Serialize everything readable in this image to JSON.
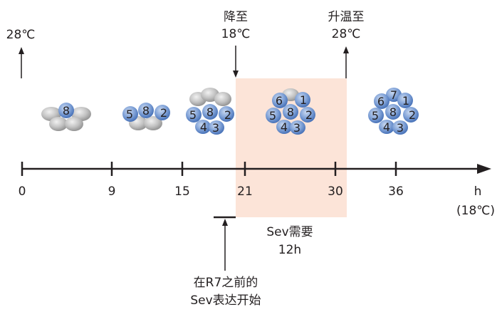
{
  "start_temp": "28℃",
  "events": {
    "lower": {
      "line1": "降至",
      "line2": "18℃"
    },
    "raise": {
      "line1": "升温至",
      "line2": "28℃"
    }
  },
  "axis": {
    "ticks": [
      "0",
      "9",
      "15",
      "21",
      "30",
      "36"
    ],
    "unit_line1": "h",
    "unit_line2": "(18℃)"
  },
  "sev_window": {
    "line1": "Sev需要",
    "line2": "12h"
  },
  "r7_note": {
    "line1": "在R7之前的",
    "line2": "Sev表达开始"
  },
  "stages": [
    {
      "numbers": [
        "8"
      ]
    },
    {
      "numbers": [
        "5",
        "8",
        "2"
      ]
    },
    {
      "numbers": [
        "5",
        "8",
        "2",
        "4",
        "3"
      ]
    },
    {
      "numbers": [
        "6",
        "1",
        "5",
        "8",
        "2",
        "4",
        "3"
      ]
    },
    {
      "numbers": [
        "6",
        "7",
        "1",
        "5",
        "8",
        "2",
        "4",
        "3"
      ]
    }
  ],
  "colors": {
    "shaded_window": "#fce4d8",
    "cell_blue": "#5b84c9",
    "cell_gray": "#a8a8a8",
    "line": "#231f20"
  }
}
